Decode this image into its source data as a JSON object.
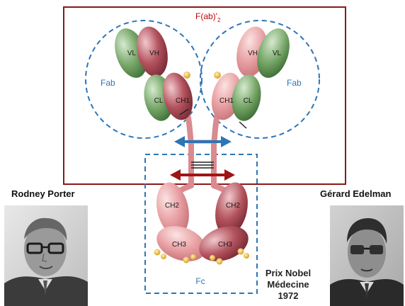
{
  "diagram": {
    "fab2_label": "F(ab)'",
    "fab2_subscript": "2",
    "fab_left_label": "Fab",
    "fab_right_label": "Fab",
    "fc_label": "Fc",
    "domains": {
      "vl_left": "VL",
      "vh_left": "VH",
      "cl_left": "CL",
      "ch1_left": "CH1",
      "vh_right": "VH",
      "vl_right": "VL",
      "ch1_right": "CH1",
      "cl_right": "CL",
      "ch2_left": "CH2",
      "ch2_right": "CH2",
      "ch3_left": "CH3",
      "ch3_right": "CH3"
    },
    "colors": {
      "fab2_box": "#8b1a1a",
      "dashed_blue": "#2e75b6",
      "fab2_text": "#c00000",
      "label_blue": "#2e75b6",
      "papain_arrow": "#2e75b6",
      "pepsin_arrow": "#a01414",
      "light_chain": "#5e9c4c",
      "heavy_chain_dark": "#b04a55",
      "heavy_chain_light": "#e3969a",
      "carbohydrate": "#f0b429"
    }
  },
  "people": {
    "left_name": "Rodney Porter",
    "right_name": "Gérard Edelman"
  },
  "prize": {
    "line1": "Prix Nobel",
    "line2": "Médecine",
    "line3": "1972"
  }
}
